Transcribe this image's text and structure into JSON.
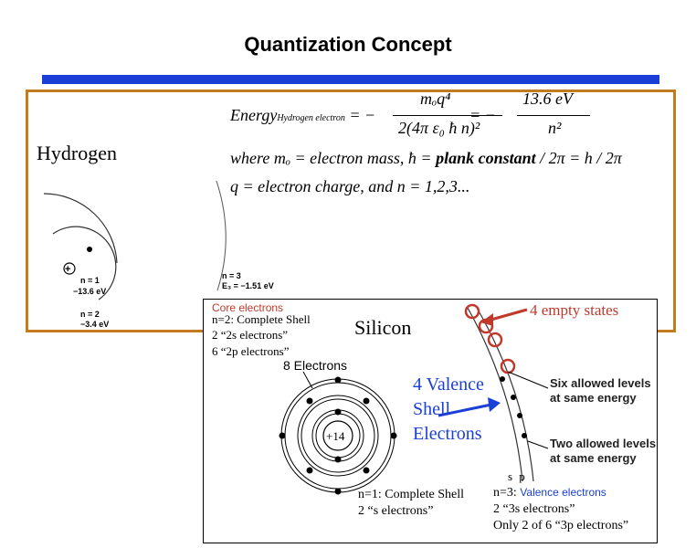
{
  "title": "Quantization Concept",
  "hydrogen": {
    "label": "Hydrogen",
    "eq_energy_left": "Energy",
    "eq_energy_sub": "Hydrogen electron",
    "eq_equals": "= −",
    "frac1_num": "mₒq⁴",
    "frac1_den": "2(4π ε₀ ħ n)²",
    "eq_equals2": "= −",
    "frac2_num": "13.6 eV",
    "frac2_den": "n²",
    "eq2_part1": "where mₒ = electron mass, ħ = ",
    "eq2_bold": "plank constant",
    "eq2_part2": " / 2π = h / 2π",
    "eq3": "q = electron charge, and n = 1,2,3...",
    "bohr": {
      "nucleus": "+",
      "n1_label": "n = 1",
      "n1_energy": "−13.6 eV",
      "n2_label": "n = 2",
      "n2_energy": "−3.4 eV",
      "n3_label": "n = 3",
      "n3_energy": "E₃ = −1.51 eV"
    }
  },
  "silicon": {
    "core_title": "Core electrons",
    "core_line1": "n=2: Complete Shell",
    "core_line2": "2 “2s electrons”",
    "core_line3": "6 “2p electrons”",
    "eight_electrons": "8 Electrons",
    "silicon_label": "Silicon",
    "empty_states": "4 empty states",
    "valence_label": "4 Valence Shell Electrons",
    "six_levels": "Six allowed levels at same energy",
    "two_levels": "Two allowed levels at same energy",
    "sp_label": "s p",
    "nucleus": "+14",
    "n1_line1": "n=1: Complete Shell",
    "n1_line2": "2 “s electrons”",
    "n3_prefix": "n=3: ",
    "n3_valence": "Valence electrons",
    "n3_line2": "2 “3s electrons”",
    "n3_line3": "Only 2 of 6 “3p electrons”"
  },
  "colors": {
    "frame_orange": "#c47a1e",
    "bar_blue": "#1a3fd6",
    "empty_red": "#c0392b"
  }
}
